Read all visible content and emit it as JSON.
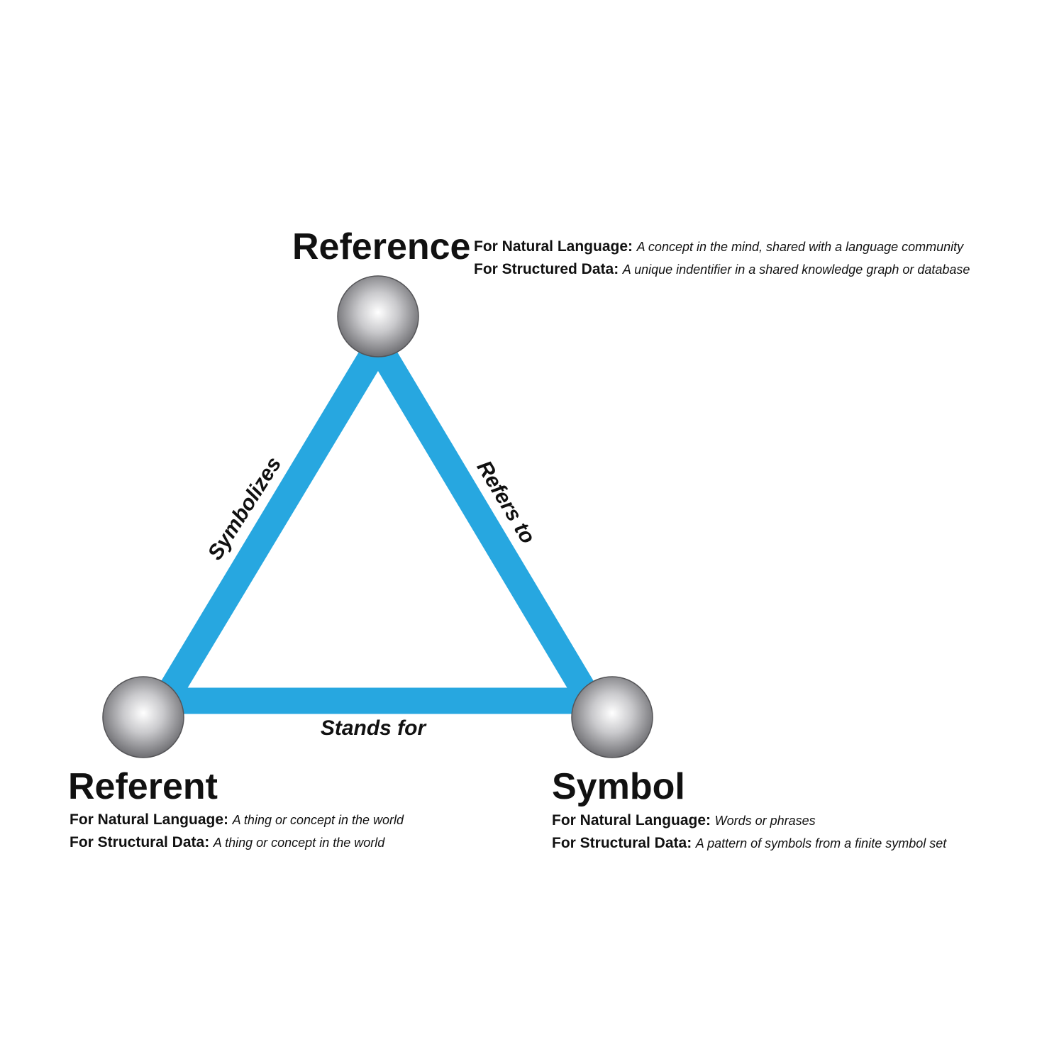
{
  "colors": {
    "edge": "#27a7e0",
    "node_highlight": "#ffffff",
    "node_shadow": "#6e6e72",
    "text": "#111111"
  },
  "edges": {
    "left": "Symbolizes",
    "right": "Refers to",
    "bottom": "Stands for"
  },
  "nodes": {
    "reference": {
      "title": "Reference",
      "lines": [
        {
          "key": "For Natural Language:",
          "value": "A concept in the mind, shared with a language community"
        },
        {
          "key": "For Structured Data:",
          "value": "A unique indentifier in a shared knowledge graph or database"
        }
      ]
    },
    "referent": {
      "title": "Referent",
      "lines": [
        {
          "key": "For Natural Language:",
          "value": "A thing or concept in the world"
        },
        {
          "key": "For Structural Data:",
          "value": "A thing or concept in the world"
        }
      ]
    },
    "symbol": {
      "title": "Symbol",
      "lines": [
        {
          "key": "For Natural Language:",
          "value": "Words or phrases"
        },
        {
          "key": "For Structural Data:",
          "value": "A pattern of symbols from a finite symbol set"
        }
      ]
    }
  }
}
